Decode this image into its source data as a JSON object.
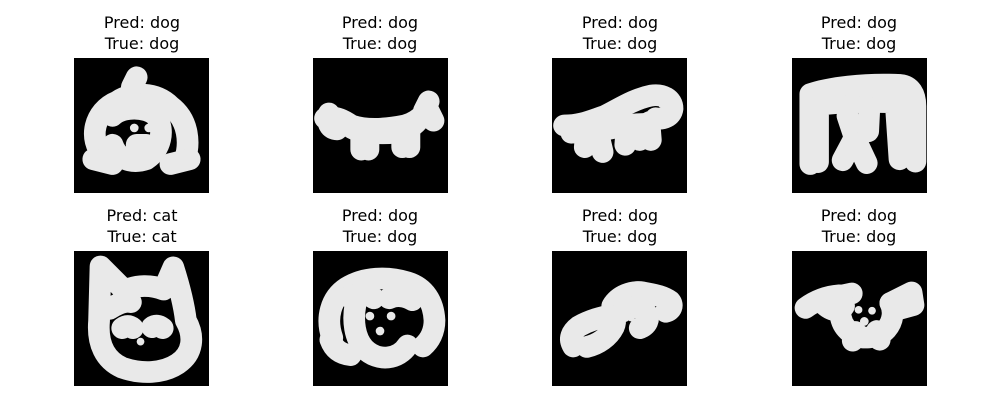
{
  "cells": [
    {
      "pred_label": "Pred: dog",
      "true_label": "True: dog",
      "image_icon": "dog-sketch-icon"
    },
    {
      "pred_label": "Pred: dog",
      "true_label": "True: dog",
      "image_icon": "dog-sketch-icon"
    },
    {
      "pred_label": "Pred: dog",
      "true_label": "True: dog",
      "image_icon": "dog-sketch-icon"
    },
    {
      "pred_label": "Pred: dog",
      "true_label": "True: dog",
      "image_icon": "dog-sketch-icon"
    },
    {
      "pred_label": "Pred: cat",
      "true_label": "True: cat",
      "image_icon": "cat-sketch-icon"
    },
    {
      "pred_label": "Pred: dog",
      "true_label": "True: dog",
      "image_icon": "dog-sketch-icon"
    },
    {
      "pred_label": "Pred: dog",
      "true_label": "True: dog",
      "image_icon": "dog-sketch-icon"
    },
    {
      "pred_label": "Pred: dog",
      "true_label": "True: dog",
      "image_icon": "dog-sketch-icon"
    }
  ],
  "colors": {
    "background": "#ffffff",
    "image_background": "#000000",
    "sketch_stroke": "#e9e9e9",
    "text": "#000000"
  }
}
